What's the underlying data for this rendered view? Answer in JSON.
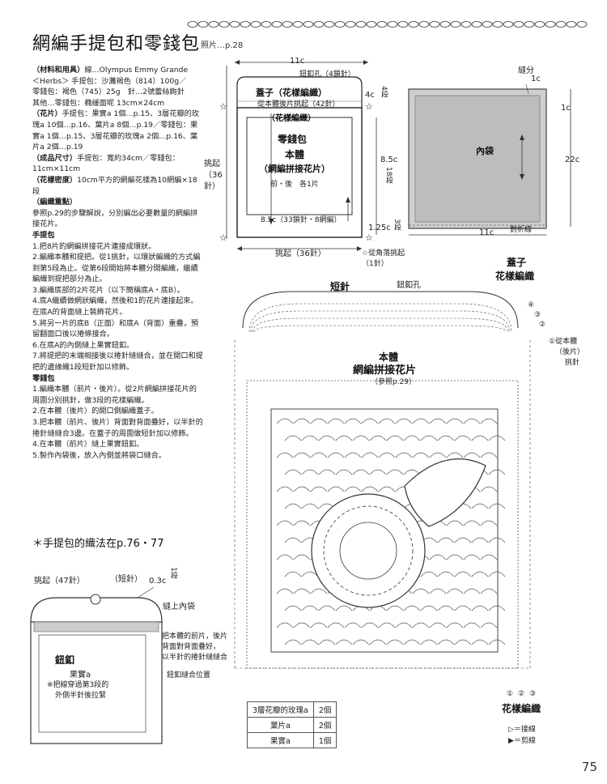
{
  "title": "網編手提包和零錢包",
  "photo_ref": "照片…p.28",
  "materials": {
    "heading": "（材料和用具）",
    "lines": [
      "線…Olympus Emmy Grande",
      "＜Herbs＞ 手提包：沙灘褐色（814）100g／",
      "零錢包：褐色（745）25g　針…2號蕾絲鉤針",
      "其他…零錢包：橢緩面呢 13cm×24cm"
    ]
  },
  "motifs": {
    "heading": "（花片）",
    "text": "手提包：果實a 1個…p.15、3層花瓣的玫瑰a 10個…p.16、葉片a 8個…p.19／零錢包：果實a 1個…p.15、3層花瓣的玫瑰a 2個…p.16、葉片a 2個…p.19"
  },
  "size": {
    "heading": "（成品尺寸）",
    "text": "手提包：寬約34cm／零錢包：11cm×11cm"
  },
  "gauge": {
    "heading": "（花樣密度）",
    "text": "10cm平方的網編花樣為10網編×18段"
  },
  "points": {
    "heading": "（編織重點）",
    "text": "參照p.29的步驟解說，分別編出必要數量的網編拼接花片。"
  },
  "handbag": {
    "heading": "手提包",
    "steps": [
      "1.把8片的網編拼接花片連接成環狀。",
      "2.編織本體和提把。從1挑針，以環狀編織的方式編到第5段為止。從第6段開始將本體分開編織，繼續編織到提把部分為止。",
      "3.編織底部的2片花片（以下簡稱底A・底B）。",
      "4.底A繼續做網狀編織，然後和1的花片連接起來。在底A的背面縫上裝飾花片。",
      "5.將另一片的底B（正面）和底A（背面）重疊，預留翻面口後以捲條接合。",
      "6.在底A的內側縫上果實鈕釦。",
      "7.將提把的末端相接後以捲針縫縫合，並在開口和提把的邊緣織1段短針加以修飾。"
    ]
  },
  "coin_purse": {
    "heading": "零錢包",
    "steps": [
      "1.編織本體（前片・後片）。從2片網編拼接花片的周圍分別挑針，做3段的花樣編織。",
      "2.在本體（後片）的開口側編織蓋子。",
      "3.把本體（前片、後片）背面對背面疊好，以半針的捲針縫縫合3邊。在蓋子的周圍做短針加以修飾。",
      "4.在本體（前片）縫上果實鈕釦。",
      "5.製作內袋後，放入內側並將袋口縫合。"
    ]
  },
  "handbag_note": "＊手提包的織法在p.76・77",
  "diagram_top": {
    "width_11c": "11c",
    "button_hole": "鈕釦孔（4鎖針）",
    "lid_title": "蓋子（花樣編織）",
    "lid_sub": "從本體後片挑起（42針）",
    "lid_pattern": "（花樣編織）",
    "four_c": "4c",
    "four_rows": "4段",
    "purse_name": "零錢包",
    "body": "本體",
    "mesh": "（網編拼接花片）",
    "front_back": "前・後　各1片",
    "pickup_left": "挑起（36針）",
    "h_85": "8.5c",
    "rows_18": "18段",
    "inner_85": "8.5c（33鎖針・8網編）",
    "c125": "1.25c",
    "rows_3": "3段",
    "pickup_bottom": "挑起（36針）",
    "corner_pick": "☆從角落挑起（1針）"
  },
  "inner_bag": {
    "seam": "縫分",
    "one_c_top": "1c",
    "one_c_right": "1c",
    "label": "內袋",
    "height": "22c",
    "width": "11c",
    "fold": "對折線"
  },
  "big_chart": {
    "lid_label": "蓋子",
    "lid_pattern": "花樣編織",
    "short_stitch": "短針",
    "button_hole": "鈕釦孔",
    "body": "本體",
    "mesh": "網編拼接花片",
    "ref": "（參照p.29）",
    "pick_from_back_1": "①從本體",
    "pick_from_back_2": "（後片）",
    "pick_from_back_3": "挑針",
    "pattern_bottom": "花樣編織",
    "row_marks": [
      "①",
      "②",
      "③",
      "④"
    ]
  },
  "yarn_table": [
    {
      "name": "3層花瓣的玫瑰a",
      "qty": "2個"
    },
    {
      "name": "葉片a",
      "qty": "2個"
    },
    {
      "name": "果實a",
      "qty": "1個"
    }
  ],
  "legend": {
    "join": "▷＝接線",
    "cut": "▶＝剪線"
  },
  "small_diagram": {
    "pickup": "挑起（47針）",
    "short": "（短針）",
    "c03": "0.3c",
    "row1": "1段",
    "sew_inner": "縫上內袋",
    "button": "鈕釦",
    "fruit": "果實a",
    "fruit_note1": "※把線穿過第3段的",
    "fruit_note2": "外側半針後拉緊",
    "sew_note1": "把本體的前片，後片",
    "sew_note2": "背面對背面疊好，",
    "sew_note3": "以半針的捲針縫縫合",
    "button_pos": "鈕釦縫合位置"
  },
  "page_number": "75"
}
